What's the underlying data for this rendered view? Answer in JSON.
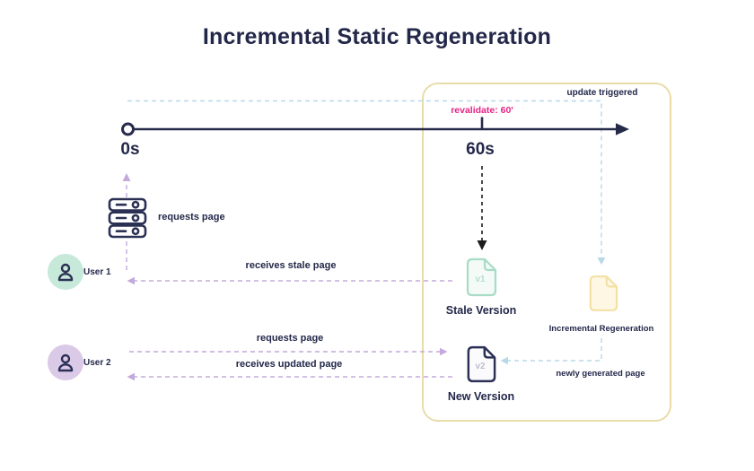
{
  "title": "Incremental Static Regeneration",
  "timeline": {
    "start_label": "0s",
    "revalidate_time_label": "60s",
    "revalidate_annotation": "revalidate: 60'"
  },
  "regeneration_box": {
    "update_triggered_label": "update triggered",
    "incremental_regeneration_label": "Incremental Regeneration",
    "newly_generated_page_label": "newly generated page"
  },
  "server": {
    "request_label": "requests page"
  },
  "users": [
    {
      "name": "User 1",
      "receive_label": "receives stale page"
    },
    {
      "name": "User 2",
      "request_label": "requests page",
      "receive_label": "receives updated page"
    }
  ],
  "documents": {
    "stale": {
      "version": "v1",
      "label": "Stale Version"
    },
    "new": {
      "version": "v2",
      "label": "New Version"
    }
  },
  "colors": {
    "navy": "#262b4a",
    "pink_accent": "#e52287",
    "mint_green": "#a8dcc6",
    "mint_fill": "#f3faf7",
    "avatar1_bg": "#c6e9da",
    "avatar2_bg": "#dbc9e8",
    "lavender_dash": "#c3aadb",
    "light_blue_dash": "#b7d8e8",
    "soft_yellow_border": "#e9dca8",
    "yellow_doc_border": "#f3e0a2",
    "yellow_doc_fill": "#fdf7e3",
    "black_dash": "#1c1c1c"
  }
}
